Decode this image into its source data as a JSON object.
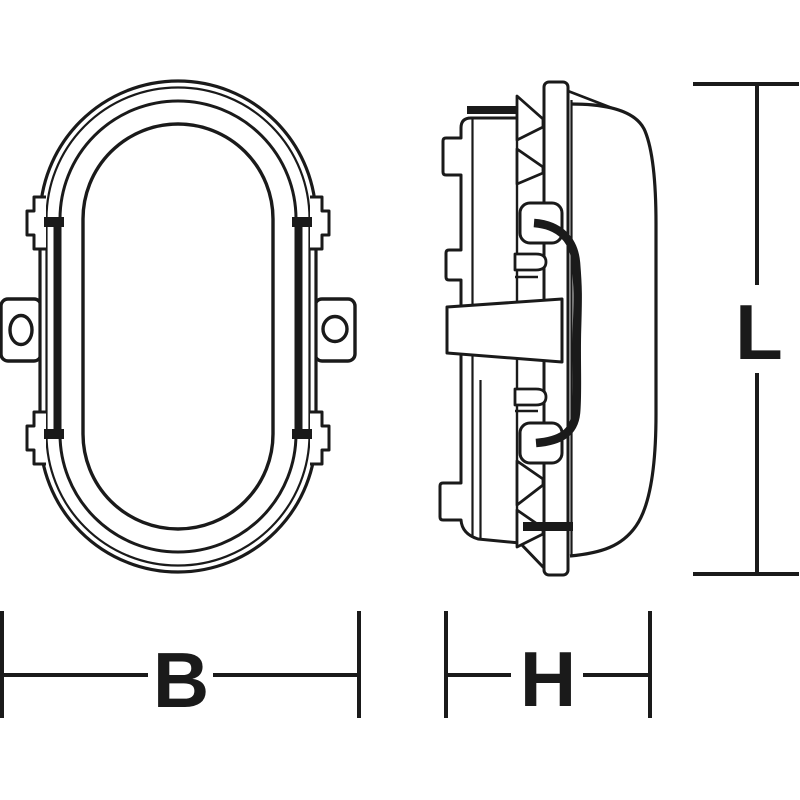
{
  "drawing": {
    "line_color": "#1a1a1a",
    "background_color": "#ffffff"
  },
  "dimensions": {
    "width": {
      "label": "B"
    },
    "depth": {
      "label": "H"
    },
    "height": {
      "label": "L"
    }
  }
}
